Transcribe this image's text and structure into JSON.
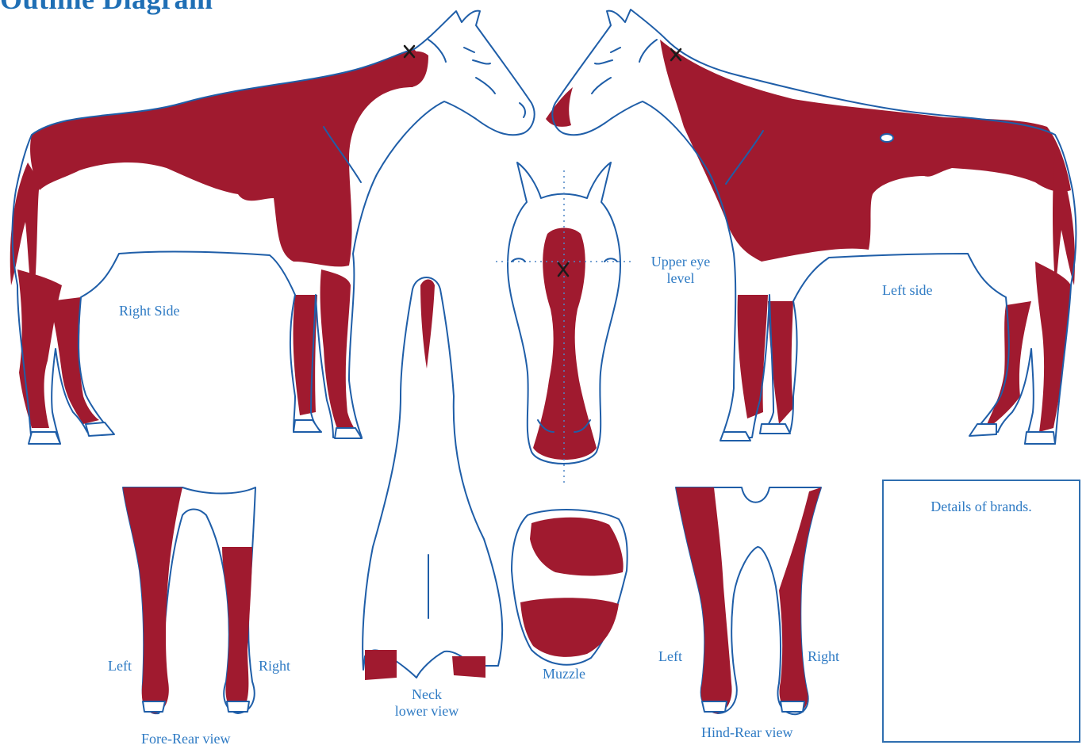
{
  "heading": "Outline Diagram",
  "labels": {
    "right_side": "Right Side",
    "left_side": "Left side",
    "upper_eye_1": "Upper eye",
    "upper_eye_2": "level",
    "neck_1": "Neck",
    "neck_2": "lower view",
    "muzzle": "Muzzle",
    "fore_left": "Left",
    "fore_right": "Right",
    "fore_rear": "Fore-Rear view",
    "hind_left": "Left",
    "hind_right": "Right",
    "hind_rear": "Hind-Rear view",
    "brands": "Details of brands."
  },
  "colors": {
    "outline": "#1f5ea8",
    "marking": "#a01a2f",
    "label": "#2f7bc4"
  },
  "whorl_marker": "X"
}
